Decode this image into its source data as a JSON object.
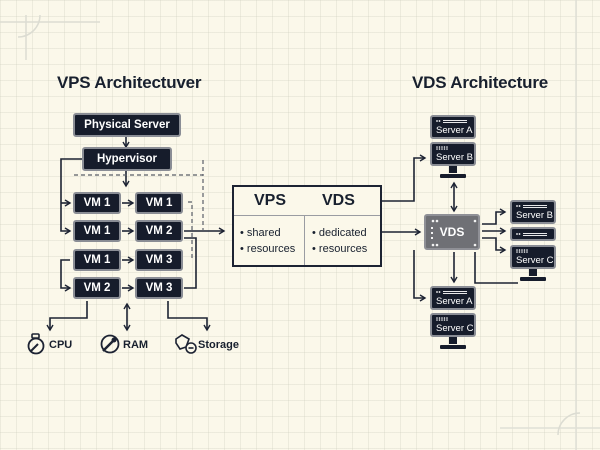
{
  "vps": {
    "title": "VPS Architectuver",
    "physical_server": "Physical Server",
    "hypervisor": "Hypervisor",
    "vm_grid": [
      [
        "VM 1",
        "VM 1"
      ],
      [
        "VM 1",
        "VM 2"
      ],
      [
        "VM 1",
        "VM 3"
      ],
      [
        "VM 2",
        "VM 3"
      ]
    ],
    "resources": [
      {
        "label": "CPU",
        "icon": "cpu-gauge-icon"
      },
      {
        "label": "RAM",
        "icon": "ram-gauge-icon"
      },
      {
        "label": "Storage",
        "icon": "storage-icon"
      }
    ]
  },
  "comparison": {
    "columns": [
      {
        "heading": "VPS",
        "bullets": [
          "shared",
          "resources"
        ]
      },
      {
        "heading": "VDS",
        "bullets": [
          "dedicated",
          "resources"
        ]
      }
    ]
  },
  "vds": {
    "title": "VDS Architecture",
    "hub_label": "VDS",
    "servers": {
      "top_a": "Server A",
      "top_b": "Server B",
      "right_b": "Server B",
      "right_blank": "",
      "right_c": "Server C",
      "bottom_a": "Server A",
      "bottom_c": "Server C"
    }
  },
  "colors": {
    "box_fill": "#161c2b",
    "box_border": "#8a8d95",
    "hub_fill": "#6f7075",
    "line": "#1d2333",
    "background": "#fbf8ea"
  }
}
